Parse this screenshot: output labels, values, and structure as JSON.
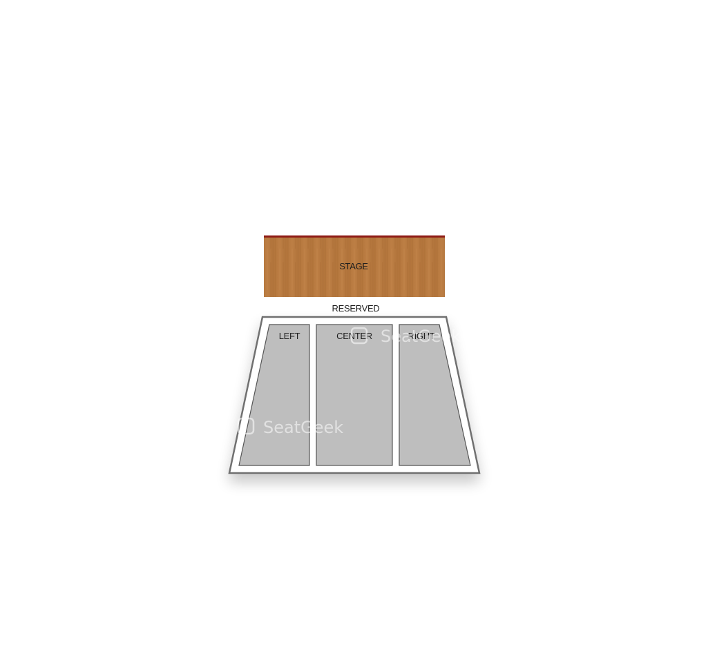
{
  "map": {
    "stage_label": "STAGE",
    "zone_label": "RESERVED",
    "sections": [
      {
        "id": "left",
        "label": "LEFT"
      },
      {
        "id": "center",
        "label": "CENTER"
      },
      {
        "id": "right",
        "label": "RIGHT"
      }
    ],
    "watermark": "SeatGeek",
    "colors": {
      "stage_wood": "#b8783e",
      "stage_edge": "#8e1a14",
      "section_fill": "#bebebe",
      "outline": "#707070"
    }
  }
}
